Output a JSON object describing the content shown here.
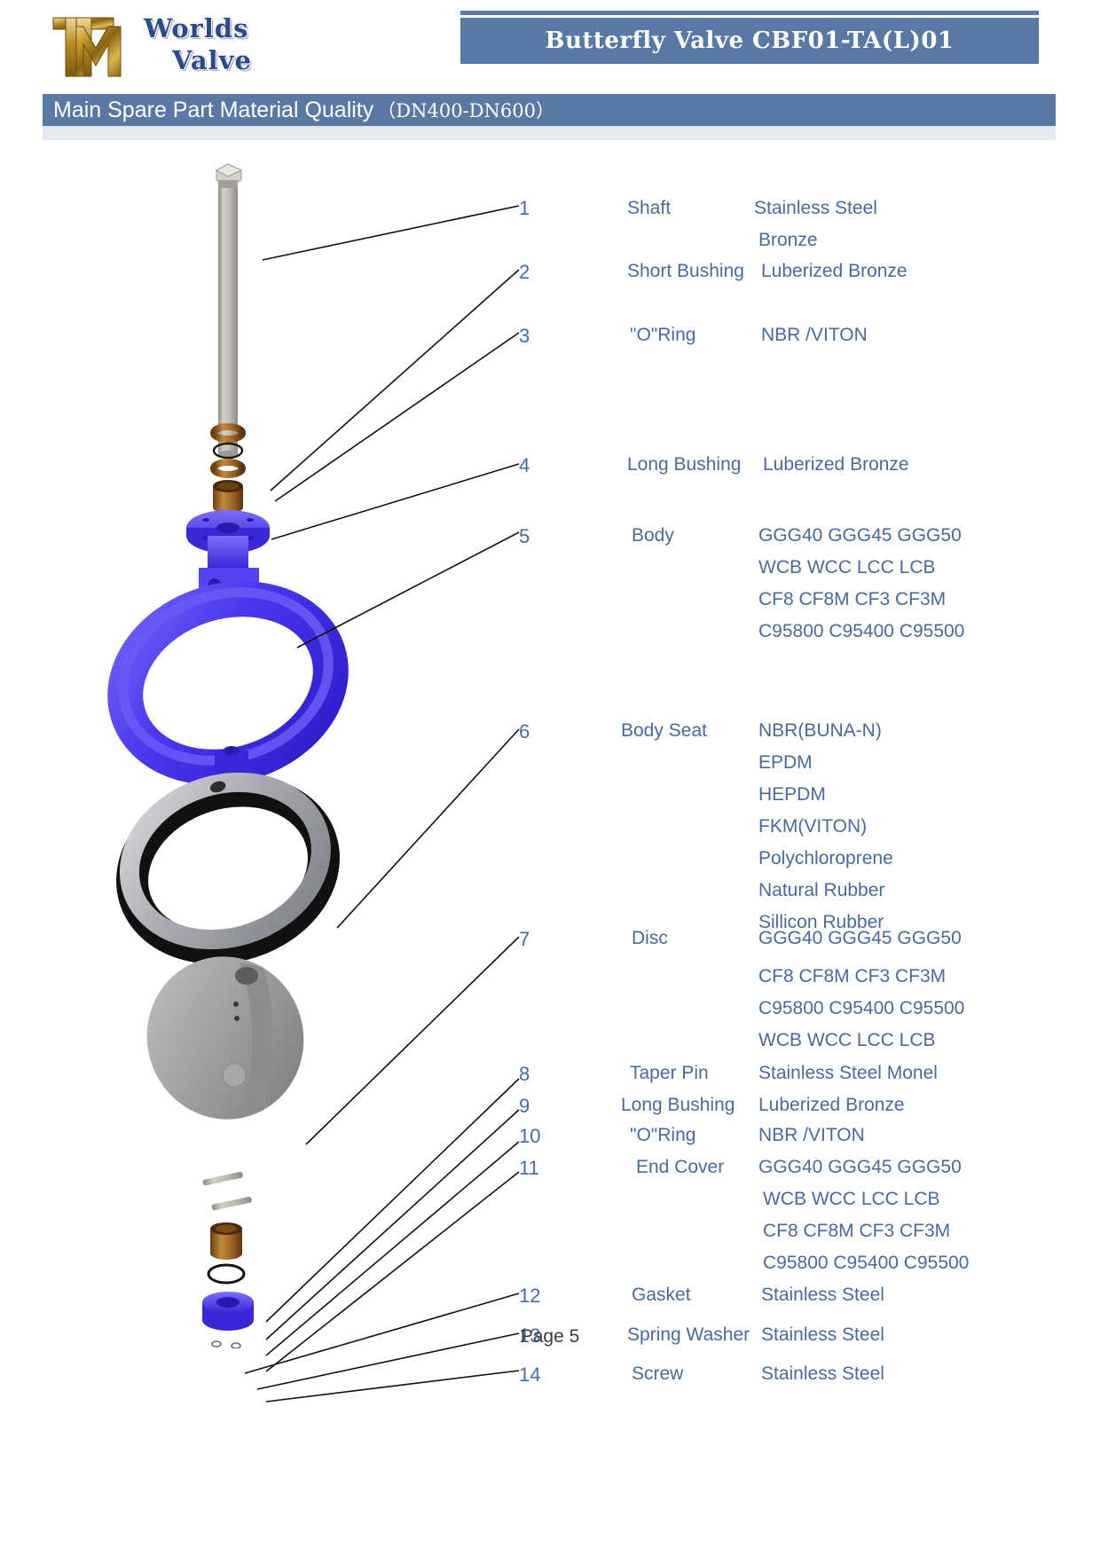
{
  "header": {
    "logo_line1": "Worlds",
    "logo_line2": "Valve",
    "logo_monogram": "TM-monogram",
    "title": "Butterfly Valve  CBF01-TA(L)01"
  },
  "banner": {
    "title": "Main Spare Part Material Quality",
    "range": "（DN400-DN600）"
  },
  "parts": [
    {
      "no": "1",
      "name": "Shaft",
      "materials": [
        "Stainless Steel",
        "Bronze"
      ]
    },
    {
      "no": "2",
      "name": "Short  Bushing",
      "materials": [
        "Luberized Bronze"
      ]
    },
    {
      "no": "3",
      "name": "\"O\"Ring",
      "materials": [
        "NBR /VITON"
      ]
    },
    {
      "no": "4",
      "name": "Long Bushing",
      "materials": [
        "Luberized Bronze"
      ]
    },
    {
      "no": "5",
      "name": "Body",
      "materials": [
        "GGG40 GGG45 GGG50",
        "WCB WCC LCC LCB",
        "CF8 CF8M CF3 CF3M",
        "C95800 C95400 C95500"
      ]
    },
    {
      "no": "6",
      "name": "Body Seat",
      "materials": [
        "NBR(BUNA-N)",
        "EPDM",
        "HEPDM",
        "FKM(VITON)",
        "Polychloroprene",
        "Natural Rubber",
        "Sillicon Rubber"
      ]
    },
    {
      "no": "7",
      "name": "Disc",
      "materials": [
        "GGG40 GGG45 GGG50",
        "CF8 CF8M CF3 CF3M",
        "C95800 C95400  C95500",
        "WCB WCC LCC LCB"
      ]
    },
    {
      "no": "8",
      "name": "Taper Pin",
      "materials": [
        "Stainless Steel  Monel"
      ]
    },
    {
      "no": "9",
      "name": "Long  Bushing",
      "materials": [
        "Luberized Bronze"
      ]
    },
    {
      "no": "10",
      "name": "\"O\"Ring",
      "materials": [
        "NBR /VITON"
      ]
    },
    {
      "no": "11",
      "name": "End Cover",
      "materials": [
        "GGG40 GGG45 GGG50",
        "WCB WCC LCC LCB",
        "CF8 CF8M CF3 CF3M",
        "C95800 C95400 C95500"
      ]
    },
    {
      "no": "12",
      "name": "Gasket",
      "materials": [
        "Stainless  Steel"
      ]
    },
    {
      "no": "13",
      "name": "Spring Washer",
      "materials": [
        "Stainless  Steel"
      ]
    },
    {
      "no": "14",
      "name": "Screw",
      "materials": [
        "Stainless  Steel"
      ]
    }
  ],
  "illustration": {
    "alt": "exploded-view-butterfly-valve",
    "components": [
      "shaft",
      "short-bushing",
      "o-ring-upper",
      "long-bushing-upper",
      "body",
      "body-seat",
      "disc",
      "taper-pin",
      "long-bushing-lower",
      "o-ring-lower",
      "end-cover",
      "gasket",
      "spring-washer",
      "screw"
    ]
  },
  "footer": {
    "page": "Page 5"
  },
  "colors": {
    "brand_blue": "#5a78a4",
    "text_blue": "#4a6a9a",
    "body_blue": "#4433ee",
    "gold": "#c9a227",
    "bronze": "#9a5f22",
    "steel": "#b4b0a8"
  }
}
